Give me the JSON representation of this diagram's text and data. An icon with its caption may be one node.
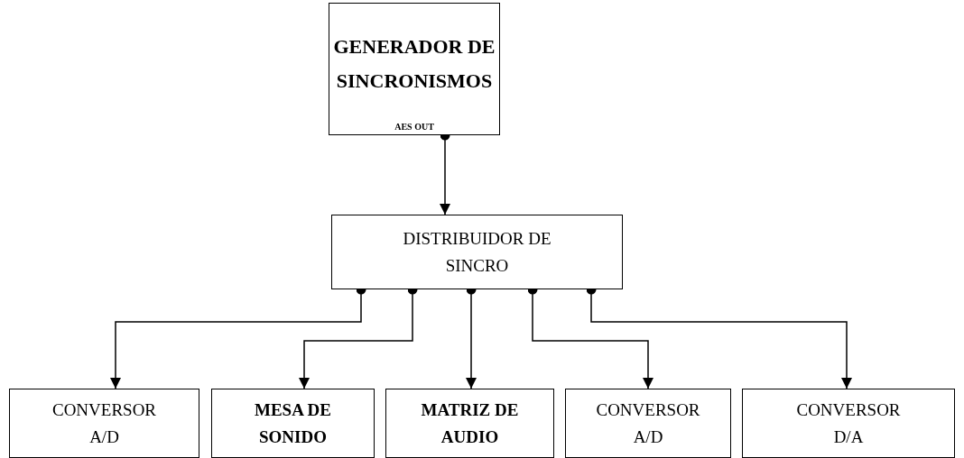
{
  "diagram": {
    "nodes": [
      {
        "text": [
          "GENERADOR DE SINCRONISMOS",
          "AES OUT"
        ]
      },
      {
        "text": [
          "DISTRIBUIDOR DE SINCRO"
        ]
      },
      {
        "text": [
          "CONVERSOR A/D"
        ]
      },
      {
        "text": [
          "MESA DE SONIDO"
        ]
      },
      {
        "text": [
          "MATRIZ DE AUDIO"
        ]
      },
      {
        "text": [
          "CONVERSOR A/D"
        ]
      },
      {
        "text": [
          "CONVERSOR D/A"
        ]
      }
    ],
    "edges": [
      {
        "from": 0,
        "to": 1,
        "arrow": "to"
      },
      {
        "from": 1,
        "to": 2,
        "arrow": "to"
      },
      {
        "from": 1,
        "to": 3,
        "arrow": "to"
      },
      {
        "from": 1,
        "to": 4,
        "arrow": "to"
      },
      {
        "from": 1,
        "to": 5,
        "arrow": "to"
      },
      {
        "from": 1,
        "to": 6,
        "arrow": "to"
      }
    ]
  }
}
